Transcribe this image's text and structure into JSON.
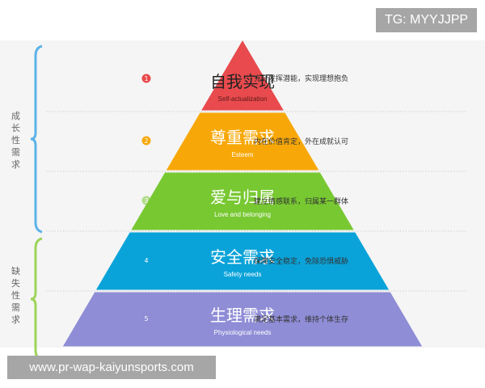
{
  "watermarks": {
    "top": "TG: MYYJJPP",
    "bottom": "www.pr-wap-kaiyunsports.com"
  },
  "groups": [
    {
      "label": "成长性需求",
      "color": "#5cb3e8"
    },
    {
      "label": "缺失性需求",
      "color": "#9dd45a"
    }
  ],
  "levels": [
    {
      "number": "1",
      "title": "自我实现",
      "subtitle": "Self-actualization",
      "description": "充分发挥潜能，实现理想抱负",
      "color": "#e84a4d",
      "title_color": "#222222",
      "subtitle_color": "#5a1a1a"
    },
    {
      "number": "2",
      "title": "尊重需求",
      "subtitle": "Esteem",
      "description": "内在价值肯定，外在成就认可",
      "color": "#f7a808",
      "title_color": "#ffffff",
      "subtitle_color": "#ffffff"
    },
    {
      "number": "3",
      "title": "爱与归属",
      "subtitle": "Love and belonging",
      "description": "建立情感联系，归属某一群体",
      "color": "#78c832",
      "title_color": "#ffffff",
      "subtitle_color": "#ffffff"
    },
    {
      "number": "4",
      "title": "安全需求",
      "subtitle": "Safety needs",
      "description": "保障安全稳定，免除恐惧威胁",
      "color": "#0aa3d9",
      "title_color": "#ffffff",
      "subtitle_color": "#ffffff"
    },
    {
      "number": "5",
      "title": "生理需求",
      "subtitle": "Physiological needs",
      "description": "满足基本需求，维持个体生存",
      "color": "#8f8dd6",
      "title_color": "#ffffff",
      "subtitle_color": "#ffffff"
    }
  ]
}
